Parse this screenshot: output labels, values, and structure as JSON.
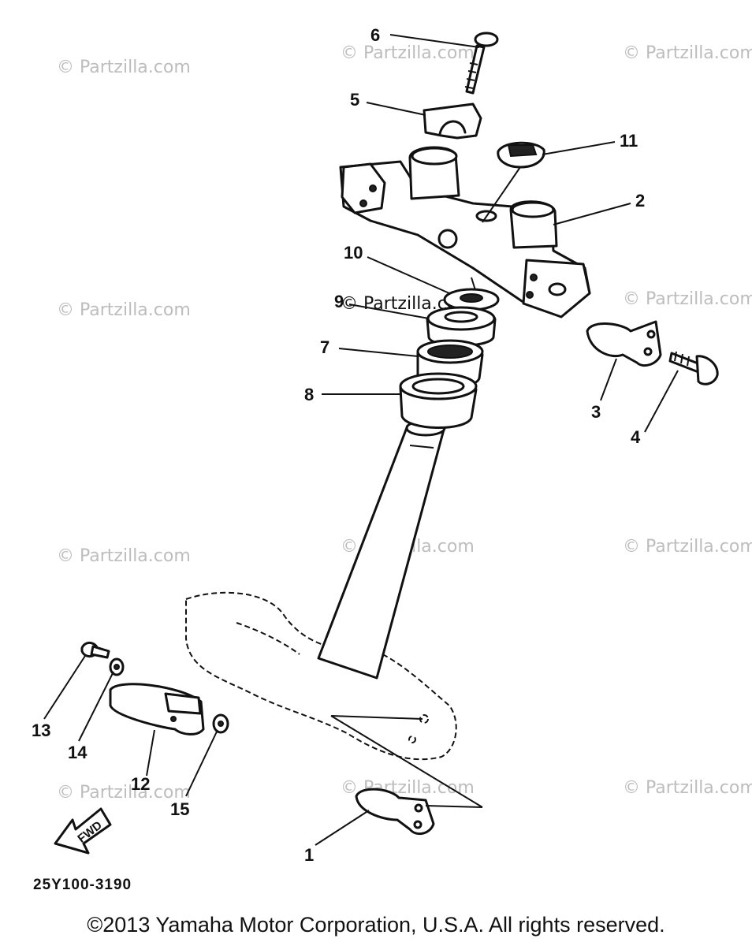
{
  "watermark": "© Partzilla.com",
  "callouts": [
    "1",
    "2",
    "3",
    "4",
    "5",
    "6",
    "7",
    "8",
    "9",
    "10",
    "11",
    "12",
    "13",
    "14",
    "15"
  ],
  "fwd_label": "FWD",
  "diagram_code": "25Y100-3190",
  "copyright": "©2013 Yamaha Motor Corporation, U.S.A. All rights reserved.",
  "icons": {
    "forward_arrow": "fwd-arrow-icon"
  }
}
